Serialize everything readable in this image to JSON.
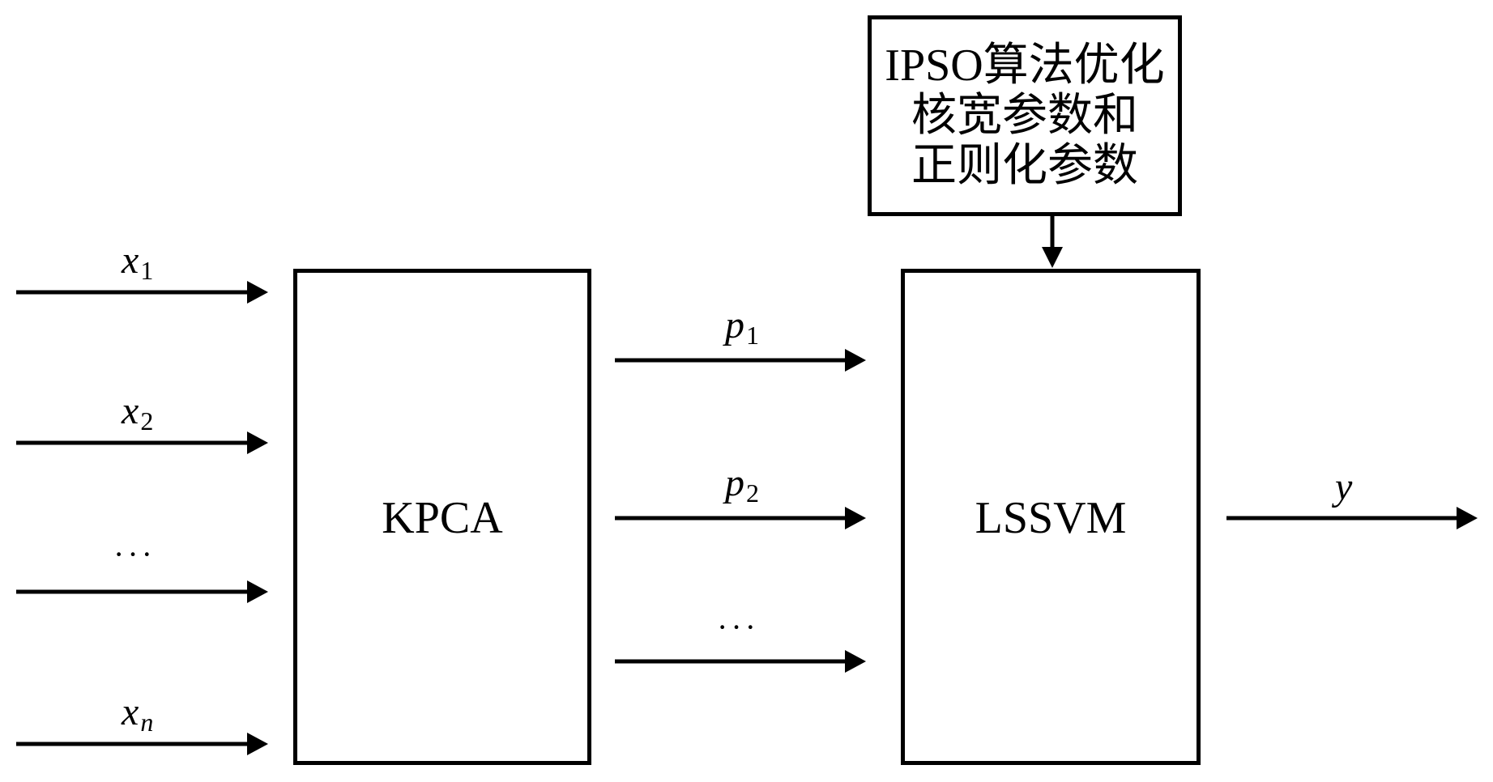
{
  "diagram": {
    "optimizer_box": {
      "lines": [
        "IPSO算法优化",
        "核宽参数和",
        "正则化参数"
      ]
    },
    "kpca_box": {
      "label": "KPCA"
    },
    "lssvm_box": {
      "label": "LSSVM"
    },
    "inputs": [
      {
        "symbol": "x",
        "subscript": "1"
      },
      {
        "symbol": "x",
        "subscript": "2"
      },
      {
        "symbol": "",
        "subscript": "",
        "ellipsis": "···"
      },
      {
        "symbol": "x",
        "subscript": "n"
      }
    ],
    "principal_components": [
      {
        "symbol": "p",
        "subscript": "1"
      },
      {
        "symbol": "p",
        "subscript": "2"
      },
      {
        "symbol": "",
        "subscript": "",
        "ellipsis": "···"
      }
    ],
    "output": {
      "symbol": "y"
    },
    "edges": [
      {
        "from": "inputs",
        "to": "KPCA"
      },
      {
        "from": "KPCA",
        "to": "LSSVM",
        "via": "principal_components"
      },
      {
        "from": "IPSO optimizer",
        "to": "LSSVM"
      },
      {
        "from": "LSSVM",
        "to": "output y"
      }
    ]
  }
}
